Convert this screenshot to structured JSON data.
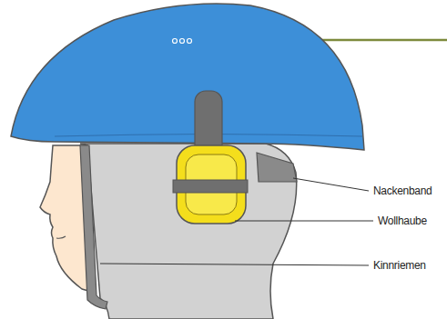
{
  "diagram": {
    "labels": [
      "Nackenband",
      "Wollhaube",
      "Kinnriemen"
    ]
  }
}
